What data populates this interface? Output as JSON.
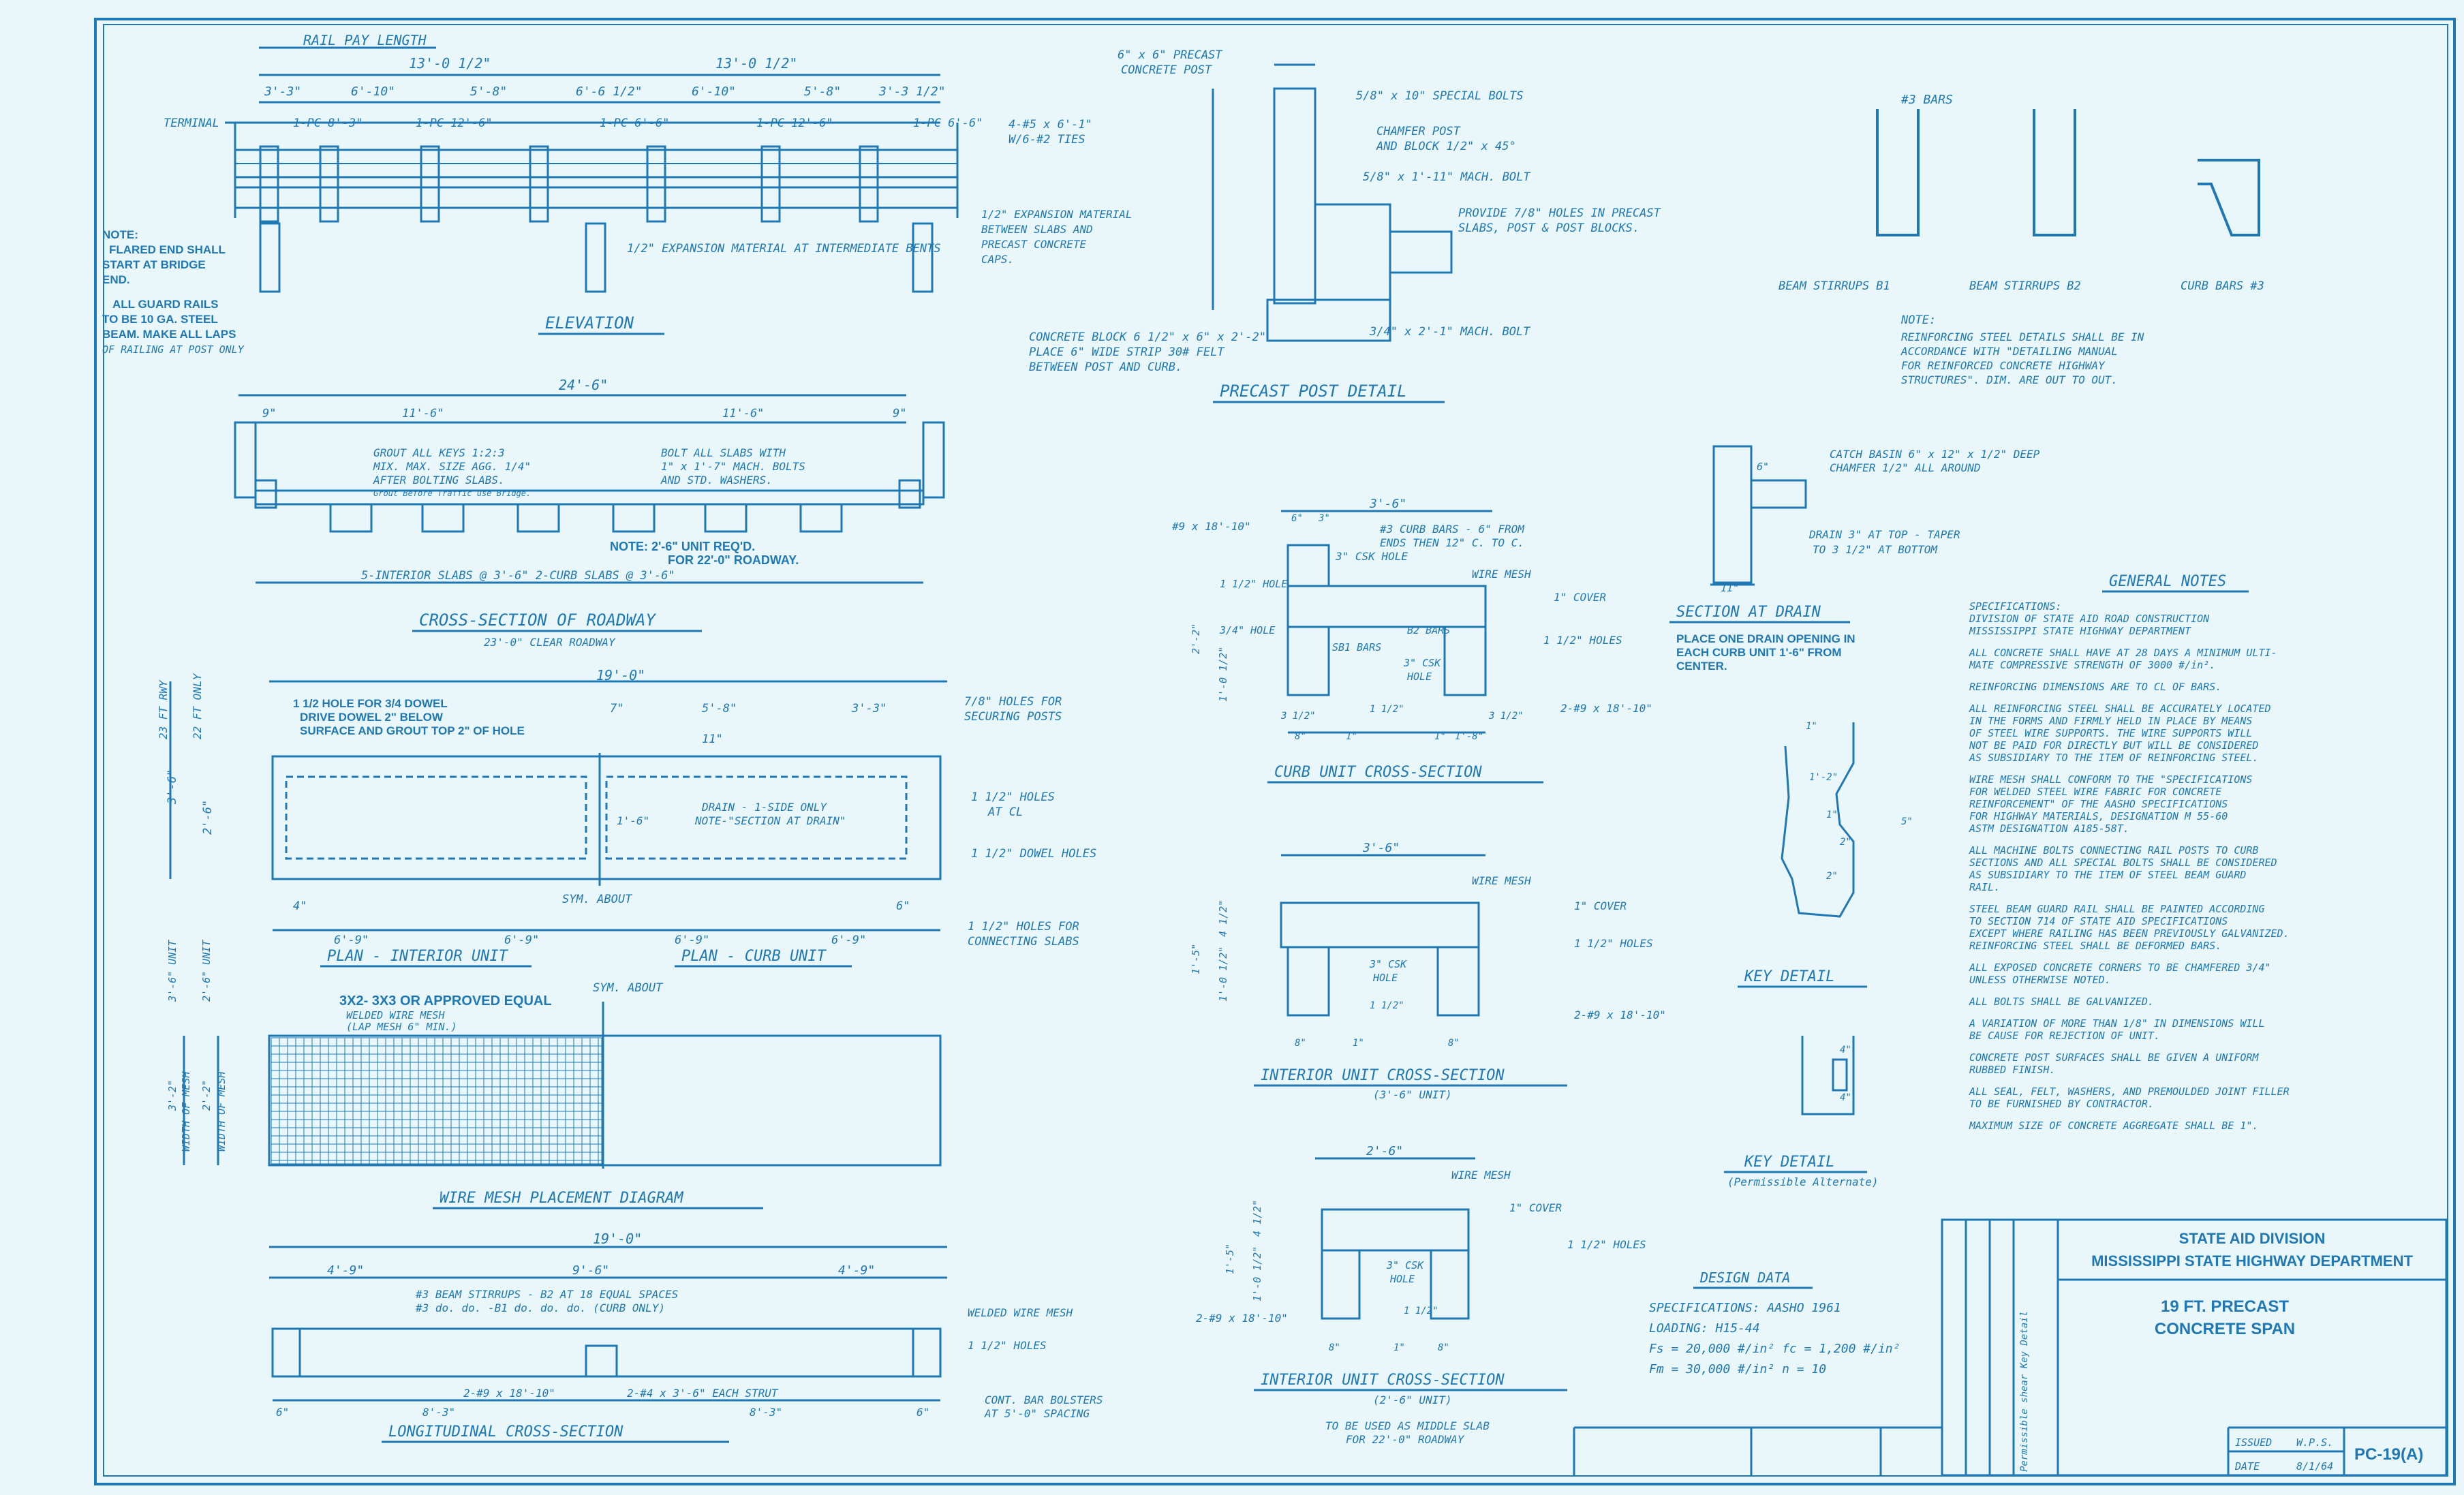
{
  "colors": {
    "paper": "#e9f7fa",
    "ink": "#1f78b4"
  },
  "elevation": {
    "title": "ELEVATION",
    "rail_pay_length": "RAIL PAY LENGTH",
    "dim_half_left": "13'-0 1/2\"",
    "dim_half_right": "13'-0 1/2\"",
    "post_dims": [
      "3'-3\"",
      "6'-10\"",
      "5'-8\"",
      "6'-6 1/2\"",
      "6'-10\"",
      "5'-8\"",
      "3'-3 1/2\""
    ],
    "terminal": "TERMINAL",
    "pieces": [
      "1-PC 8'-3\"",
      "1-PC 12'-6\"",
      "1-PC 6'-6\"",
      "1-PC 12'-6\"",
      "1-PC 6'-6\""
    ],
    "expansion_mid": "1/2\" EXPANSION MATERIAL AT INTERMEDIATE BENTS",
    "expansion_end": [
      "1/2\" EXPANSION MATERIAL",
      "BETWEEN SLABS AND",
      "PRECAST CONCRETE",
      "CAPS."
    ],
    "note": [
      "NOTE:",
      "FLARED END SHALL",
      "START AT BRIDGE",
      "END."
    ],
    "guard_note": [
      "ALL GUARD RAILS",
      "TO BE 10 GA. STEEL",
      "BEAM. MAKE ALL LAPS",
      "OF RAILING AT POST ONLY"
    ]
  },
  "post_detail": {
    "title": "PRECAST POST DETAIL",
    "labels": [
      "6\" x 6\" PRECAST",
      "CONCRETE POST",
      "5/8\" x 10\" SPECIAL BOLTS",
      "CHAMFER POST",
      "AND BLOCK 1/2\" x 45°",
      "5/8\" x 1'-11\" MACH. BOLT",
      "PROVIDE 7/8\" HOLES IN PRECAST",
      "SLABS, POST & POST BLOCKS.",
      "3/4\" x 2'-1\" MACH. BOLT",
      "4-#5 x 6'-1\"",
      "W/6-#2 TIES"
    ],
    "block_note": [
      "CONCRETE BLOCK 6 1/2\" x 6\" x 2'-2\"",
      "PLACE 6\" WIDE STRIP 30# FELT",
      "BETWEEN POST AND CURB."
    ]
  },
  "stirrups": {
    "bars_label": "#3 BARS",
    "captions": [
      "BEAM STIRRUPS B1",
      "BEAM STIRRUPS B2",
      "CURB BARS #3"
    ],
    "note": [
      "NOTE:",
      "REINFORCING STEEL DETAILS SHALL BE IN",
      "ACCORDANCE WITH \"DETAILING MANUAL",
      "FOR REINFORCED CONCRETE HIGHWAY",
      "STRUCTURES\". DIM. ARE OUT TO OUT."
    ]
  },
  "roadway": {
    "title": "CROSS-SECTION OF ROADWAY",
    "subtitle": "23'-0\" CLEAR ROADWAY",
    "overall": "24'-6\"",
    "sub_dims": [
      "9\"",
      "11'-6\"",
      "11'-6\"",
      "9\""
    ],
    "grout": [
      "GROUT ALL KEYS 1:2:3",
      "MIX. MAX. SIZE AGG. 1/4\"",
      "AFTER BOLTING SLABS.",
      "Grout Before Traffic use Bridge."
    ],
    "bolt": [
      "BOLT ALL SLABS WITH",
      "1\" x 1'-7\" MACH. BOLTS",
      "AND STD. WASHERS."
    ],
    "note": [
      "NOTE: 2'-6\" UNIT REQ'D.",
      "FOR 22'-0\" ROADWAY."
    ],
    "bottom": "5-INTERIOR SLABS @ 3'-6\"   2-CURB SLABS @ 3'-6\""
  },
  "plan": {
    "overall": "19'-0\"",
    "side1": "23 FT RWY",
    "side2": "22 FT ONLY",
    "dowel": [
      "1 1/2 HOLE FOR 3/4 DOWEL",
      "DRIVE DOWEL 2\" BELOW",
      "SURFACE AND GROUT TOP 2\" OF HOLE"
    ],
    "dims": [
      "7\"",
      "5'-8\"",
      "3'-3\"",
      "11\"",
      "4\"",
      "6'-9\"",
      "6'-9\"",
      "6'-9\"",
      "6'-9\"",
      "6\"",
      "3'-6\"",
      "2'-6\"",
      "1'-6\""
    ],
    "drain": [
      "DRAIN - 1-SIDE ONLY",
      "NOTE-\"SECTION AT DRAIN\""
    ],
    "holes_posts": [
      "7/8\" HOLES FOR",
      "SECURING POSTS"
    ],
    "holes_cl": [
      "1 1/2\" HOLES",
      "AT CL"
    ],
    "dowel_holes": "1 1/2\" DOWEL HOLES",
    "connect": [
      "1 1/2\" HOLES FOR",
      "CONNECTING SLABS"
    ],
    "sym": "SYM. ABOUT",
    "left": "PLAN - INTERIOR UNIT",
    "right": "PLAN - CURB UNIT"
  },
  "mesh": {
    "title": "WIRE MESH PLACEMENT DIAGRAM",
    "spec": [
      "3X2- 3X3 OR APPROVED EQUAL",
      "WELDED WIRE MESH",
      "(LAP MESH 6\" MIN.)"
    ],
    "sym": "SYM. ABOUT",
    "side": [
      "3'-6\" UNIT",
      "2'-6\" UNIT",
      "3'-2\"",
      "2'-2\"",
      "WIDTH OF MESH",
      "WIDTH OF MESH"
    ]
  },
  "longitudinal": {
    "title": "LONGITUDINAL CROSS-SECTION",
    "overall": "19'-0\"",
    "dims": [
      "4'-9\"",
      "9'-6\"",
      "4'-9\""
    ],
    "stirrups": [
      "#3 BEAM STIRRUPS - B2 AT 18 EQUAL SPACES",
      "#3  do.  do.  -B1  do.  do.  do.  (CURB ONLY)"
    ],
    "mesh": "WELDED WIRE MESH",
    "holes": "1 1/2\" HOLES",
    "bars": "2-#9 x 18'-10\"",
    "strut": "2-#4 x 3'-6\" EACH STRUT",
    "bolster": [
      "CONT. BAR BOLSTERS",
      "AT 5'-0\" SPACING"
    ],
    "sub": [
      "8'-3\"",
      "8'-3\"",
      "6\"",
      "6\""
    ]
  },
  "curb_section": {
    "title": "CURB UNIT CROSS-SECTION",
    "width": "3'-6\"",
    "labels": [
      "#9 x 18'-10\"",
      "#3 CURB BARS - 6\" FROM",
      "ENDS THEN 12\" C. TO C.",
      "3\" CSK HOLE",
      "WIRE MESH",
      "1\" COVER",
      "B2 BARS",
      "SB1 BARS",
      "1 1/2\" HOLES",
      "3\" CSK",
      "HOLE",
      "2-#9 x 18'-10\"",
      "1 1/2\" HOLE",
      "3/4\" HOLE"
    ],
    "dims": [
      "6\"",
      "3\"",
      "3 1/2\"",
      "8\"",
      "1\"",
      "1 1/2\"",
      "1'-8\"",
      "1\"",
      "3 1/2\"",
      "2'-2\"",
      "1'-0 1/2\""
    ]
  },
  "interior_35": {
    "title": "INTERIOR UNIT CROSS-SECTION",
    "subtitle": "(3'-6\" UNIT)",
    "width": "3'-6\"",
    "labels": [
      "WIRE MESH",
      "1\" COVER",
      "1 1/2\" HOLES",
      "3\" CSK",
      "HOLE",
      "2-#9 x 18'-10\""
    ],
    "dims": [
      "1'-5\"",
      "1'-0 1/2\"",
      "4 1/2\"",
      "1 1/2\"",
      "8\"",
      "1\"",
      "8\""
    ]
  },
  "interior_25": {
    "title": "INTERIOR UNIT CROSS-SECTION",
    "subtitle": "(2'-6\" UNIT)",
    "width": "2'-6\"",
    "labels": [
      "WIRE MESH",
      "1\" COVER",
      "1 1/2\" HOLES",
      "3\" CSK",
      "HOLE",
      "2-#9 x 18'-10\""
    ],
    "dims": [
      "1'-5\"",
      "1'-0 1/2\"",
      "4 1/2\"",
      "1 1/2\"",
      "8\"",
      "1\"",
      "8\""
    ],
    "note": [
      "TO BE USED AS MIDDLE SLAB",
      "FOR 22'-0\" ROADWAY"
    ]
  },
  "drain_section": {
    "title": "SECTION AT DRAIN",
    "labels": [
      "CATCH BASIN 6\" x 12\" x 1/2\" DEEP",
      "CHAMFER 1/2\" ALL AROUND",
      "DRAIN 3\" AT TOP - TAPER",
      "TO 3 1/2\" AT BOTTOM",
      "6\"",
      "11\""
    ],
    "note": [
      "PLACE ONE DRAIN OPENING IN",
      "EACH CURB UNIT 1'-6\" FROM",
      "CENTER."
    ]
  },
  "key_detail": {
    "title": "KEY DETAIL",
    "alt_title": "KEY DETAIL",
    "alt_sub": "(Permissible Alternate)",
    "dims": [
      "1\"",
      "1'-2\"",
      "1\"",
      "2\"",
      "5\"",
      "2\"",
      "4\"",
      "4\""
    ]
  },
  "general_notes": {
    "title": "GENERAL NOTES",
    "items": [
      [
        "SPECIFICATIONS:",
        "   DIVISION OF STATE AID ROAD CONSTRUCTION",
        "   MISSISSIPPI STATE HIGHWAY DEPARTMENT"
      ],
      [
        "ALL CONCRETE SHALL HAVE AT 28 DAYS A MINIMUM ULTI-",
        "MATE COMPRESSIVE STRENGTH OF 3000 #/in²."
      ],
      [
        "REINFORCING DIMENSIONS ARE TO CL OF BARS."
      ],
      [
        "ALL REINFORCING STEEL SHALL BE ACCURATELY LOCATED",
        "IN THE FORMS AND FIRMLY HELD IN PLACE BY MEANS",
        "OF STEEL WIRE SUPPORTS. THE WIRE SUPPORTS WILL",
        "NOT BE PAID FOR DIRECTLY BUT WILL BE CONSIDERED",
        "AS SUBSIDIARY TO THE ITEM OF REINFORCING STEEL."
      ],
      [
        "WIRE MESH SHALL CONFORM TO THE \"SPECIFICATIONS",
        "FOR WELDED STEEL WIRE FABRIC FOR CONCRETE",
        "REINFORCEMENT\" OF THE AASHO SPECIFICATIONS",
        "FOR HIGHWAY MATERIALS, DESIGNATION M 55-60",
        "ASTM DESIGNATION A185-58T."
      ],
      [
        "ALL MACHINE BOLTS CONNECTING RAIL POSTS TO CURB",
        "SECTIONS AND ALL SPECIAL BOLTS SHALL BE CONSIDERED",
        "AS SUBSIDIARY TO THE ITEM OF STEEL BEAM GUARD",
        "RAIL."
      ],
      [
        "STEEL BEAM GUARD RAIL SHALL BE PAINTED ACCORDING",
        "TO SECTION 714 OF STATE AID SPECIFICATIONS",
        "EXCEPT WHERE RAILING HAS BEEN PREVIOUSLY GALVANIZED.",
        "REINFORCING STEEL SHALL BE DEFORMED BARS."
      ],
      [
        "ALL EXPOSED CONCRETE CORNERS TO BE CHAMFERED 3/4\"",
        "UNLESS OTHERWISE NOTED."
      ],
      [
        "ALL BOLTS SHALL BE GALVANIZED."
      ],
      [
        "A VARIATION OF MORE THAN 1/8\" IN DIMENSIONS WILL",
        "BE CAUSE FOR REJECTION OF UNIT."
      ],
      [
        "CONCRETE POST SURFACES SHALL BE GIVEN A UNIFORM",
        "RUBBED FINISH."
      ],
      [
        "ALL SEAL, FELT, WASHERS, AND PREMOULDED JOINT FILLER",
        "TO BE FURNISHED BY CONTRACTOR."
      ],
      [
        "MAXIMUM SIZE OF CONCRETE AGGREGATE SHALL BE 1\"."
      ]
    ]
  },
  "design_data": {
    "title": "DESIGN DATA",
    "lines": [
      "SPECIFICATIONS: AASHO 1961",
      "LOADING: H15-44",
      "Fs = 20,000 #/in²    fc = 1,200 #/in²",
      "Fm = 30,000 #/in²    n = 10"
    ]
  },
  "title_block": {
    "division": "STATE AID DIVISION",
    "department": "MISSISSIPPI STATE HIGHWAY DEPARTMENT",
    "project_line1": "19 FT. PRECAST",
    "project_line2": "CONCRETE SPAN",
    "issued_label": "ISSUED",
    "issued_by": "W.P.S.",
    "date_label": "DATE",
    "date": "8/1/64",
    "sheet": "PC-19(A)",
    "revision": "Permissible shear Key Detail"
  }
}
